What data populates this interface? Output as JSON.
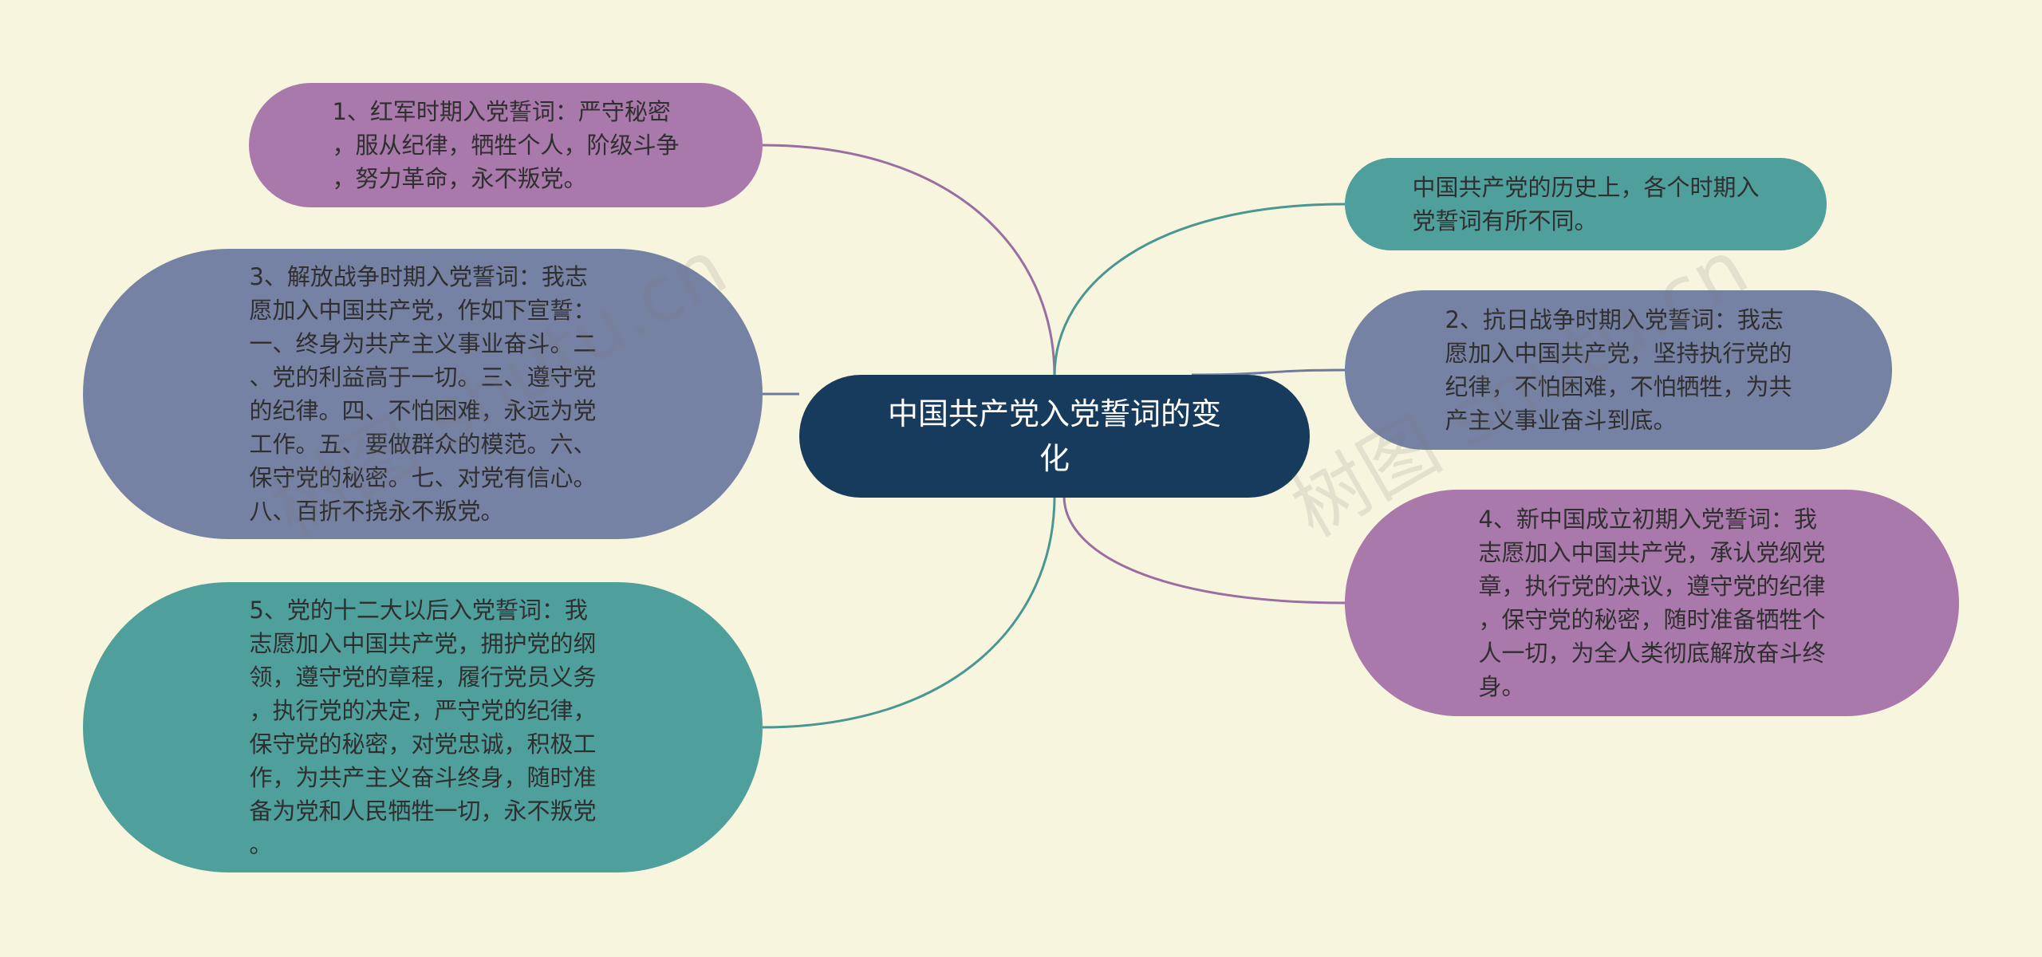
{
  "center": {
    "text": "中国共产党入党誓词的变\n化",
    "color": "#163b5c"
  },
  "branches": [
    {
      "id": "b1",
      "side": "left",
      "text": "1、红军时期入党誓词：严守秘密\n，服从纪律，牺牲个人，阶级斗争\n，努力革命，永不叛党。",
      "fill": "#a979ac",
      "line_color": "#9a6ea0"
    },
    {
      "id": "b3",
      "side": "left",
      "text": "3、解放战争时期入党誓词：我志\n愿加入中国共产党，作如下宣誓：\n一、终身为共产主义事业奋斗。二\n、党的利益高于一切。三、遵守党\n的纪律。四、不怕困难，永远为党\n工作。五、要做群众的模范。六、\n保守党的秘密。七、对党有信心。\n八、百折不挠永不叛党。",
      "fill": "#7682a4",
      "line_color": "#6d7a9c"
    },
    {
      "id": "b5",
      "side": "left",
      "text": "5、党的十二大以后入党誓词：我\n志愿加入中国共产党，拥护党的纲\n领，遵守党的章程，履行党员义务\n，执行党的决定，严守党的纪律，\n保守党的秘密，对党忠诚，积极工\n作，为共产主义奋斗终身，随时准\n备为党和人民牺牲一切，永不叛党\n。",
      "fill": "#4f9f9c",
      "line_color": "#4a9693"
    },
    {
      "id": "b0",
      "side": "right",
      "text": "中国共产党的历史上，各个时期入\n党誓词有所不同。",
      "fill": "#4f9f9c",
      "line_color": "#4a9693"
    },
    {
      "id": "b2",
      "side": "right",
      "text": "2、抗日战争时期入党誓词：我志\n愿加入中国共产党，坚持执行党的\n纪律，不怕困难，不怕牺牲，为共\n产主义事业奋斗到底。",
      "fill": "#7682a4",
      "line_color": "#6d7a9c"
    },
    {
      "id": "b4",
      "side": "right",
      "text": "4、新中国成立初期入党誓词：我\n志愿加入中国共产党，承认党纲党\n章，执行党的决议，遵守党的纪律\n，保守党的秘密，随时准备牺牲个\n人一切，为全人类彻底解放奋斗终\n身。",
      "fill": "#a979ac",
      "line_color": "#9a6ea0"
    }
  ],
  "watermarks": [
    "树图 shutu.cn",
    "树图 shutu.cn"
  ]
}
